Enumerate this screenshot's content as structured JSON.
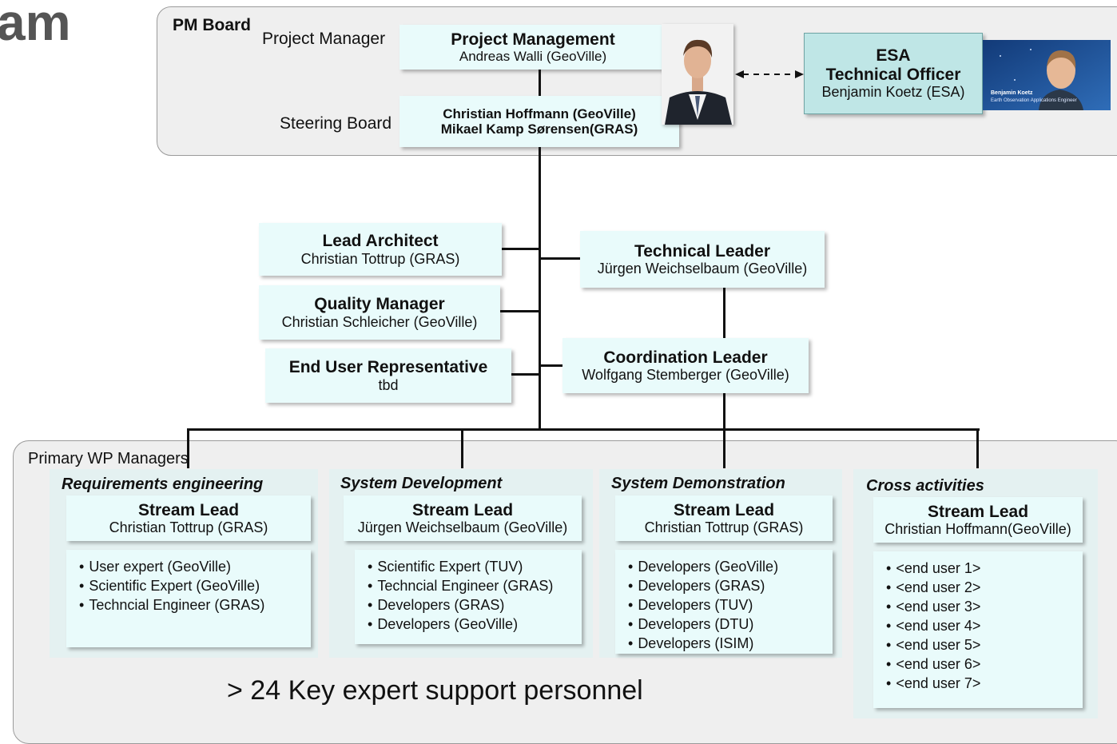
{
  "page": {
    "title_fragment": "am"
  },
  "pm_board": {
    "label": "PM Board",
    "project_manager_label": "Project Manager",
    "steering_board_label": "Steering Board",
    "project_management": {
      "title": "Project Management",
      "person": "Andreas Walli (GeoVille)"
    },
    "steering_board": {
      "line1": "Christian Hoffmann (GeoVille)",
      "line2": "Mikael Kamp Sørensen(GRAS)"
    },
    "esa": {
      "line1": "ESA",
      "line2": "Technical Officer",
      "line3": "Benjamin Koetz (ESA)"
    },
    "esa_photo_caption": {
      "line1": "Benjamin Koetz",
      "line2": "Earth Observation Applications Engineer"
    }
  },
  "roles": {
    "lead_architect": {
      "title": "Lead Architect",
      "person": "Christian Tottrup (GRAS)"
    },
    "quality_manager": {
      "title": "Quality Manager",
      "person": "Christian Schleicher (GeoVille)"
    },
    "end_user_rep": {
      "title": "End User Representative",
      "person": "tbd"
    },
    "technical_leader": {
      "title": "Technical Leader",
      "person": "Jürgen Weichselbaum (GeoVille)"
    },
    "coordination_leader": {
      "title": "Coordination Leader",
      "person": "Wolfgang Stemberger (GeoVille)"
    }
  },
  "wp": {
    "label": "Primary WP Managers",
    "footer": "> 24 Key expert support personnel",
    "streams": [
      {
        "title": "Requirements engineering",
        "lead_label": "Stream Lead",
        "lead": "Christian Tottrup (GRAS)",
        "members": [
          "User expert (GeoVille)",
          "Scientific Expert (GeoVille)",
          "Techncial Engineer (GRAS)"
        ]
      },
      {
        "title": "System Development",
        "lead_label": "Stream Lead",
        "lead": "Jürgen Weichselbaum (GeoVille)",
        "members": [
          "Scientific Expert (TUV)",
          "Techncial Engineer (GRAS)",
          "Developers (GRAS)",
          "Developers (GeoVille)"
        ]
      },
      {
        "title": "System Demonstration",
        "lead_label": "Stream Lead",
        "lead": "Christian Tottrup (GRAS)",
        "members": [
          "Developers (GeoVille)",
          "Developers (GRAS)",
          "Developers (TUV)",
          "Developers (DTU)",
          "Developers (ISIM)"
        ]
      },
      {
        "title": "Cross activities",
        "lead_label": "Stream Lead",
        "lead": "Christian Hoffmann(GeoVille)",
        "members": [
          "<end user 1>",
          "<end user 2>",
          "<end user 3>",
          "<end user 4>",
          "<end user 5>",
          "<end user 6>",
          "<end user 7>"
        ]
      }
    ]
  },
  "colors": {
    "box_fill": "#e9fbfb",
    "esa_fill": "#bfe6e6",
    "panel_fill": "#efefef",
    "line": "#111111"
  }
}
